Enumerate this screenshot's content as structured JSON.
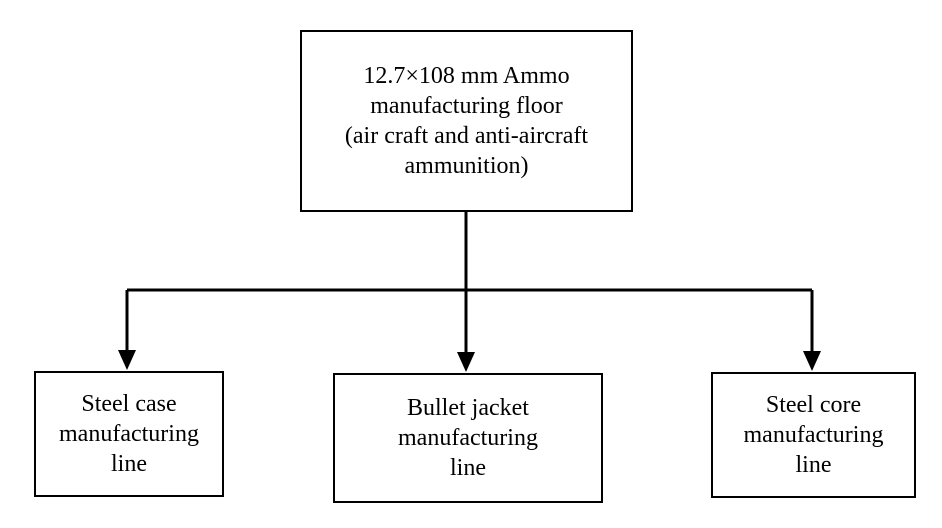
{
  "root": {
    "lines": [
      "12.7×108 mm Ammo",
      "manufacturing floor",
      "(air craft and anti-aircraft",
      "ammunition)"
    ]
  },
  "children": [
    {
      "lines": [
        "Steel case",
        "manufacturing",
        "line"
      ]
    },
    {
      "lines": [
        "Bullet jacket",
        "manufacturing",
        "line"
      ]
    },
    {
      "lines": [
        "Steel core",
        "manufacturing",
        "line"
      ]
    }
  ]
}
